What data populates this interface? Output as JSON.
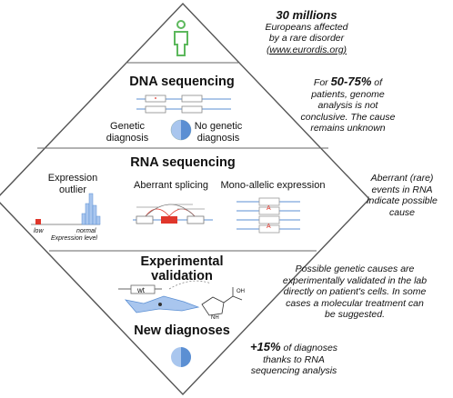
{
  "colors": {
    "accent_blue": "#5b8fd3",
    "light_blue": "#a9c6ee",
    "red": "#e0362b",
    "person_green": "#5cb85c",
    "outline": "#7a7a7a"
  },
  "diamond": {
    "top_section": {
      "icon": "person-icon"
    },
    "dna": {
      "title": "DNA sequencing",
      "left_label": "Genetic diagnosis",
      "right_label": "No genetic diagnosis",
      "pie_fraction_right": 0.5
    },
    "rna": {
      "title": "RNA sequencing",
      "panels": {
        "outlier": {
          "title": "Expression outlier",
          "low": "low",
          "normal": "normal",
          "axis": "Expression level"
        },
        "splicing": {
          "title": "Aberrant splicing"
        },
        "mono": {
          "title": "Mono-allelic expression",
          "allele_letter": "A"
        }
      }
    },
    "validation": {
      "title": "Experimental validation",
      "wt_label": "wt",
      "chem_label": "OH",
      "nh_label": "NH"
    },
    "new_dx": {
      "title": "New diagnoses"
    }
  },
  "side_notes": {
    "n1": {
      "headline": "30 millions",
      "line1": "Europeans affected",
      "line2": "by a rare disorder",
      "link": "(www.eurordis.org)"
    },
    "n2": {
      "prefix": "For ",
      "range": "50-75%",
      "suffix": " of",
      "line2": "patients, genome",
      "line3": "analysis is not",
      "line4": "conclusive. The cause",
      "line5": "remains unknown"
    },
    "n3": {
      "line1": "Aberrant (rare)",
      "line2": "events in RNA",
      "line3": "indicate possible",
      "line4": "cause"
    },
    "n4": {
      "line1": "Possible genetic causes are",
      "line2": "experimentally validated in the lab",
      "line3": "directly on patient's cells. In some",
      "line4": "cases a molecular treatment can",
      "line5": "be suggested."
    },
    "n5": {
      "pct": "+15%",
      "line1": " of diagnoses",
      "line2": "thanks to RNA",
      "line3": "sequencing analysis"
    }
  }
}
